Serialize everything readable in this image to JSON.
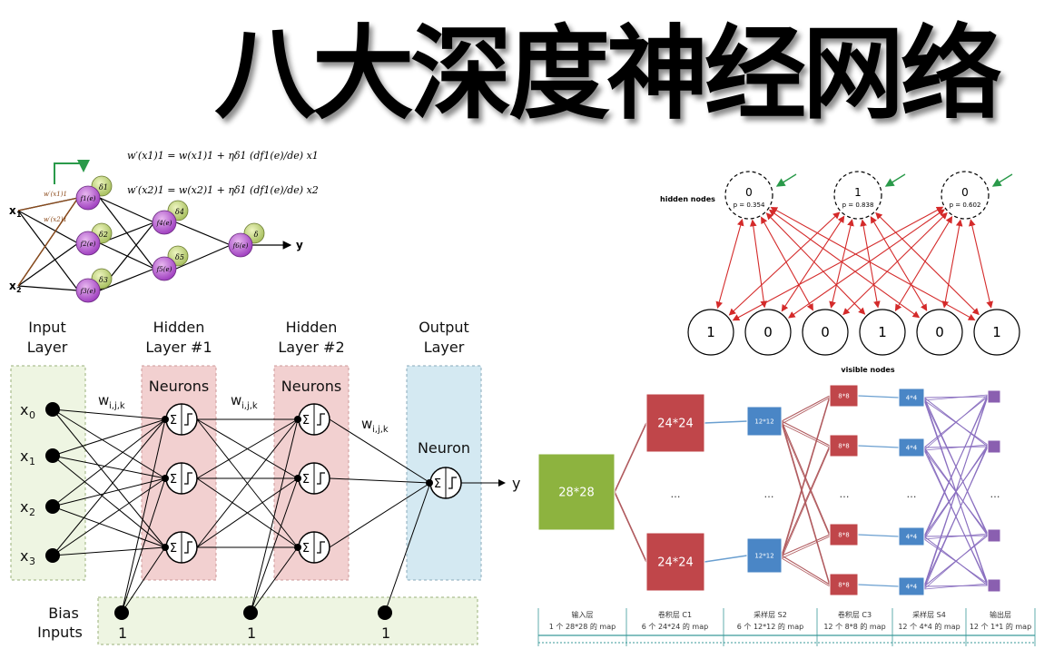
{
  "title": "八大深度神经网络",
  "backprop": {
    "x1": "x",
    "x1_sub": "1",
    "x2": "x",
    "x2_sub": "2",
    "y": "y",
    "w1_label": "w′(x1)1",
    "w2_label": "w′(x2)1",
    "eq1": "w′(x1)1 = w(x1)1 + ηδ1 (df1(e)/de) x1",
    "eq2": "w′(x2)1 = w(x2)1 + ηδ1 (df1(e)/de) x2",
    "node_labels": [
      "f1(e)",
      "f2(e)",
      "f3(e)",
      "f4(e)",
      "f5(e)",
      "f6(e)"
    ],
    "delta_labels": [
      "δ1",
      "δ2",
      "δ3",
      "δ4",
      "δ5",
      "δ"
    ]
  },
  "mlp": {
    "input_header": "Input\nLayer",
    "input_header_l1": "Input",
    "input_header_l2": "Layer",
    "hidden1_l1": "Hidden",
    "hidden1_l2": "Layer #1",
    "hidden2_l1": "Hidden",
    "hidden2_l2": "Layer #2",
    "output_l1": "Output",
    "output_l2": "Layer",
    "inputs": [
      "x0",
      "x1",
      "x2",
      "x3"
    ],
    "input_base": "x",
    "input_subs": [
      "0",
      "1",
      "2",
      "3"
    ],
    "neurons_label": "Neurons",
    "neuron_label": "Neuron",
    "weight_label": "w",
    "weight_sub": "i,j,k",
    "output": "y",
    "bias_l1": "Bias",
    "bias_l2": "Inputs",
    "bias_value": "1",
    "sum_symbol": "Σ"
  },
  "rbm": {
    "hidden_label": "hidden nodes",
    "visible_label": "visible nodes",
    "hidden": [
      {
        "value": "0",
        "p": "p = 0.354"
      },
      {
        "value": "1",
        "p": "p = 0.838"
      },
      {
        "value": "0",
        "p": "p = 0.602"
      }
    ],
    "visible": [
      "1",
      "0",
      "0",
      "1",
      "0",
      "1"
    ],
    "colors": {
      "arrow": "#d42a2a",
      "indicator": "#2a9a4a"
    }
  },
  "cnn": {
    "input_box": "28*28",
    "c1": [
      "24*24",
      "24*24"
    ],
    "s2": [
      "12*12",
      "12*12"
    ],
    "c3": [
      "8*8",
      "8*8",
      "8*8",
      "8*8"
    ],
    "s4": [
      "4*4",
      "4*4",
      "4*4",
      "4*4"
    ],
    "ellipsis": "…",
    "footer": [
      {
        "name": "输入层",
        "desc": "1 个 28*28 的 map"
      },
      {
        "name": "卷积层 C1",
        "desc": "6 个 24*24 的 map"
      },
      {
        "name": "采样层 S2",
        "desc": "6 个 12*12 的 map"
      },
      {
        "name": "卷积层 C3",
        "desc": "12 个 8*8 的 map"
      },
      {
        "name": "采样层 S4",
        "desc": "12 个 4*4 的 map"
      },
      {
        "name": "输出层",
        "desc": "12 个 1*1 的 map"
      }
    ],
    "colors": {
      "input": "#8db33f",
      "conv": "#c0464a",
      "pool": "#4a86c6",
      "output": "#8a5fb0",
      "link_blue": "#6a9fd0",
      "link_red": "#b05a5e",
      "link_purple": "#8a6fc0"
    }
  }
}
